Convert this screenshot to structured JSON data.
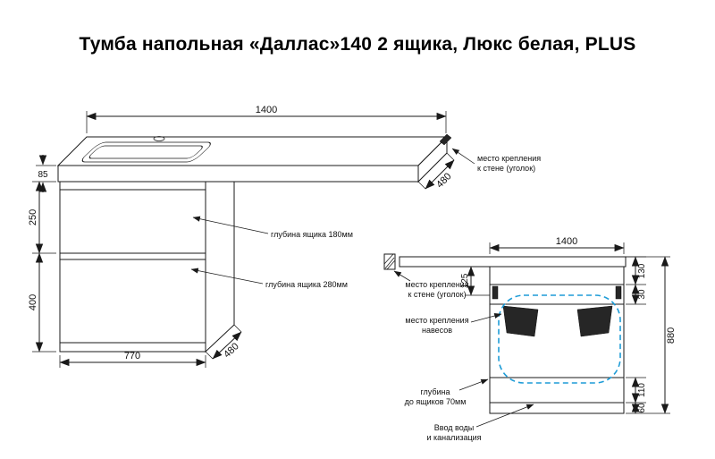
{
  "title": "Тумба напольная «Даллас»140  2 ящика, Люкс белая, PLUS",
  "colors": {
    "line": "#1a1a1a",
    "plumbing_zone_blue": "#1e9cd7"
  },
  "left_view": {
    "dims": {
      "width": "1400",
      "depth_top": "480",
      "apron_height": "85",
      "drawer1_height": "250",
      "drawer2_height": "400",
      "cabinet_width": "770",
      "depth_bottom": "480"
    },
    "labels": {
      "wall_mount": [
        "место крепления",
        "к стене (уголок)"
      ],
      "drawer1_depth": "глубина ящика 180мм",
      "drawer2_depth": "глубина ящика 280мм"
    }
  },
  "right_view": {
    "dims": {
      "width": "1400",
      "offset_top": "125",
      "top_rail": "130",
      "bracket_rail": "30",
      "total_height": "880",
      "drawer_front": "110",
      "plinth": "60"
    },
    "labels": {
      "wall_mount": [
        "место крепления",
        "к стене (уголок)"
      ],
      "hinges": [
        "место крепления",
        "навесов"
      ],
      "drawers_depth": [
        "глубина",
        "до ящиков 70мм"
      ],
      "water": [
        "Ввод воды",
        "и канализация"
      ]
    }
  }
}
